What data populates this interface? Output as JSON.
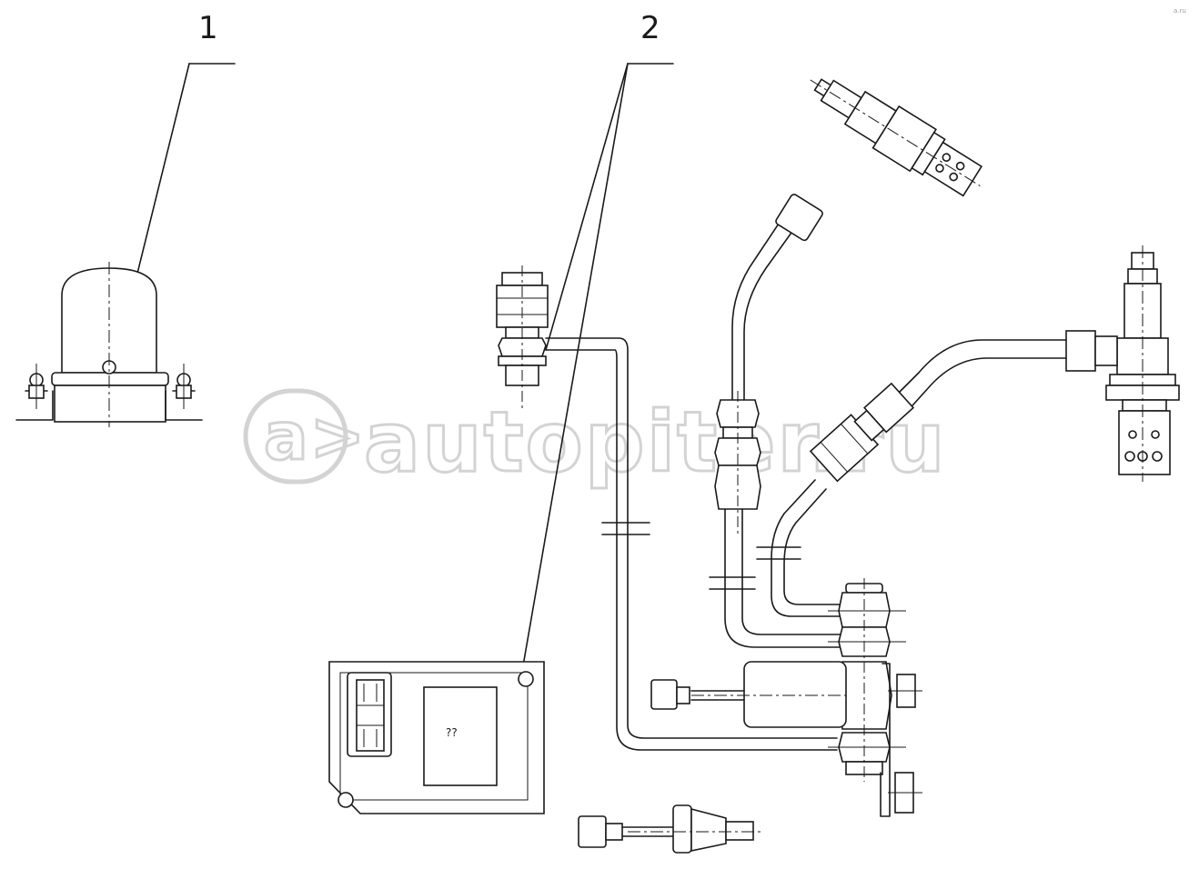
{
  "diagram": {
    "callouts": [
      {
        "id": "1",
        "label": "1"
      },
      {
        "id": "2",
        "label": "2"
      }
    ],
    "module_label": "??",
    "watermark": "autopiter.ru",
    "corner_mark": "a.ru"
  }
}
